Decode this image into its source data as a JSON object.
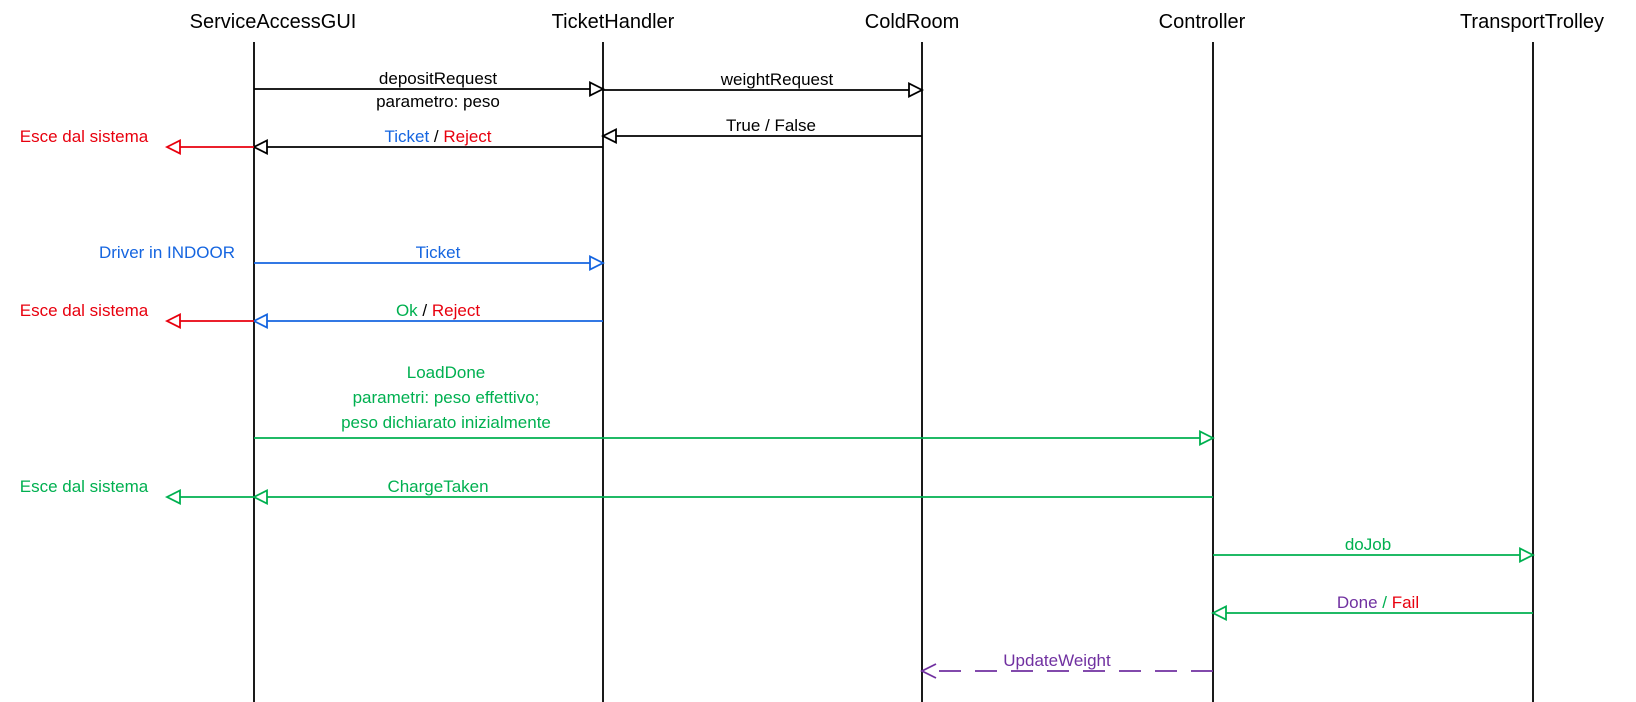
{
  "colors": {
    "black": "#000000",
    "blue": "#1565e0",
    "red": "#e8000e",
    "green": "#00b050",
    "purple": "#7030a0"
  },
  "participants": [
    {
      "id": "gui",
      "name": "ServiceAccessGUI"
    },
    {
      "id": "th",
      "name": "TicketHandler"
    },
    {
      "id": "cr",
      "name": "ColdRoom"
    },
    {
      "id": "ctrl",
      "name": "Controller"
    },
    {
      "id": "tt",
      "name": "TransportTrolley"
    }
  ],
  "messages": [
    {
      "from": "gui",
      "to": "th",
      "color": "black",
      "label_above": [
        {
          "text": "depositRequest",
          "color": "black"
        }
      ],
      "label_below": [
        {
          "text": "parametro: peso",
          "color": "black"
        }
      ]
    },
    {
      "from": "th",
      "to": "cr",
      "color": "black",
      "label_above": [
        {
          "text": "weightRequest",
          "color": "black"
        }
      ]
    },
    {
      "from": "cr",
      "to": "th",
      "color": "black",
      "label_above": [
        {
          "text": "True / False",
          "color": "black"
        }
      ]
    },
    {
      "from": "th",
      "to": "gui",
      "color": "black",
      "label_above": [
        {
          "text": "Ticket",
          "color": "blue"
        },
        {
          "text": " / ",
          "color": "black"
        },
        {
          "text": "Reject",
          "color": "red"
        }
      ]
    },
    {
      "from": "gui",
      "to": "th",
      "color": "blue",
      "label_above": [
        {
          "text": "Ticket",
          "color": "blue"
        }
      ]
    },
    {
      "from": "th",
      "to": "gui",
      "color": "blue",
      "label_above": [
        {
          "text": "Ok",
          "color": "green"
        },
        {
          "text": " / ",
          "color": "black"
        },
        {
          "text": "Reject",
          "color": "red"
        }
      ]
    },
    {
      "from": "gui",
      "to": "ctrl",
      "color": "green",
      "label_lines": [
        "LoadDone",
        "parametri: peso effettivo;",
        "peso dichiarato inizialmente"
      ]
    },
    {
      "from": "ctrl",
      "to": "gui",
      "color": "green",
      "label_above": [
        {
          "text": "ChargeTaken",
          "color": "green"
        }
      ]
    },
    {
      "from": "ctrl",
      "to": "tt",
      "color": "green",
      "label_above": [
        {
          "text": "doJob",
          "color": "green"
        }
      ]
    },
    {
      "from": "tt",
      "to": "ctrl",
      "color": "green",
      "label_above": [
        {
          "text": "Done",
          "color": "purple"
        },
        {
          "text": " / ",
          "color": "green"
        },
        {
          "text": "Fail",
          "color": "red"
        }
      ]
    },
    {
      "from": "ctrl",
      "to": "cr",
      "color": "purple",
      "dashed": true,
      "label_above": [
        {
          "text": "UpdateWeight",
          "color": "purple"
        }
      ]
    }
  ],
  "side_notes": [
    {
      "text": "Esce dal sistema",
      "color": "red",
      "arrow": true
    },
    {
      "text": "Driver in INDOOR",
      "color": "blue",
      "arrow": false
    },
    {
      "text": "Esce dal sistema",
      "color": "red",
      "arrow": true
    },
    {
      "text": "Esce dal sistema",
      "color": "green",
      "arrow": true
    }
  ]
}
